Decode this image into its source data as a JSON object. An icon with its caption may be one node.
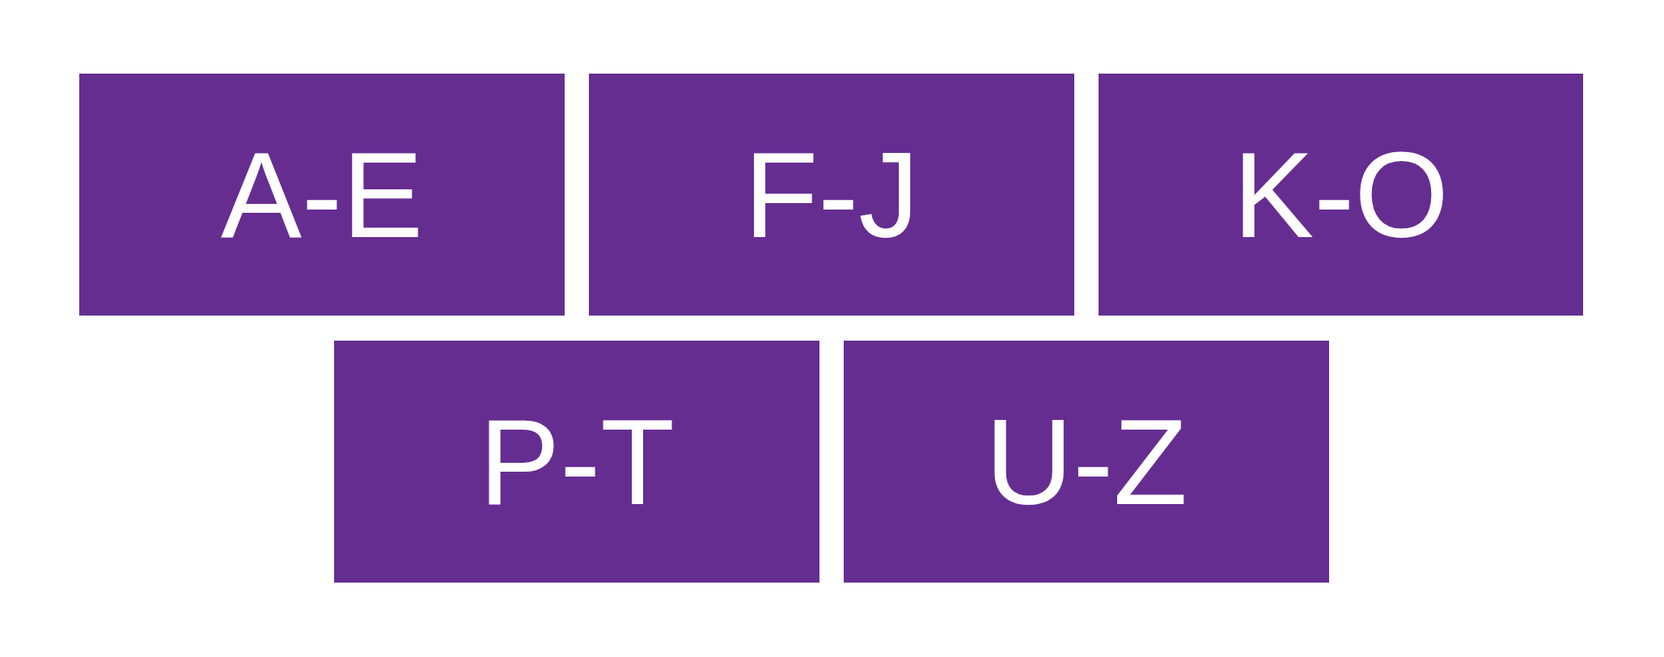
{
  "diagram": {
    "nodes": [
      {
        "text": [
          "A-E"
        ]
      },
      {
        "text": [
          "F-J"
        ]
      },
      {
        "text": [
          "K-O"
        ]
      },
      {
        "text": [
          "P-T"
        ]
      },
      {
        "text": [
          "U-Z"
        ]
      }
    ]
  }
}
